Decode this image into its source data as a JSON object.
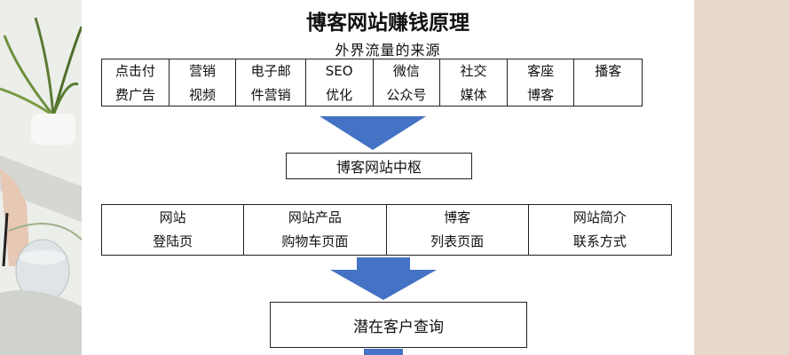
{
  "title": "博客网站赚钱原理",
  "subtitle": "外界流量的来源",
  "sources": [
    {
      "line1": "点击付",
      "line2": "费广告"
    },
    {
      "line1": "营销",
      "line2": "视频"
    },
    {
      "line1": "电子邮",
      "line2": "件营销"
    },
    {
      "line1": "SEO",
      "line2": "优化"
    },
    {
      "line1": "微信",
      "line2": "公众号"
    },
    {
      "line1": "社交",
      "line2": "媒体"
    },
    {
      "line1": "客座",
      "line2": "博客"
    },
    {
      "line1": "播客",
      "line2": ""
    }
  ],
  "hub": "博客网站中枢",
  "pages": [
    {
      "line1": "网站",
      "line2": "登陆页"
    },
    {
      "line1": "网站产品",
      "line2": "购物车页面"
    },
    {
      "line1": "博客",
      "line2": "列表页面"
    },
    {
      "line1": "网站简介",
      "line2": "联系方式"
    }
  ],
  "leads": "潜在客户查询",
  "colors": {
    "arrow": "#4472c4",
    "border": "#222222"
  }
}
